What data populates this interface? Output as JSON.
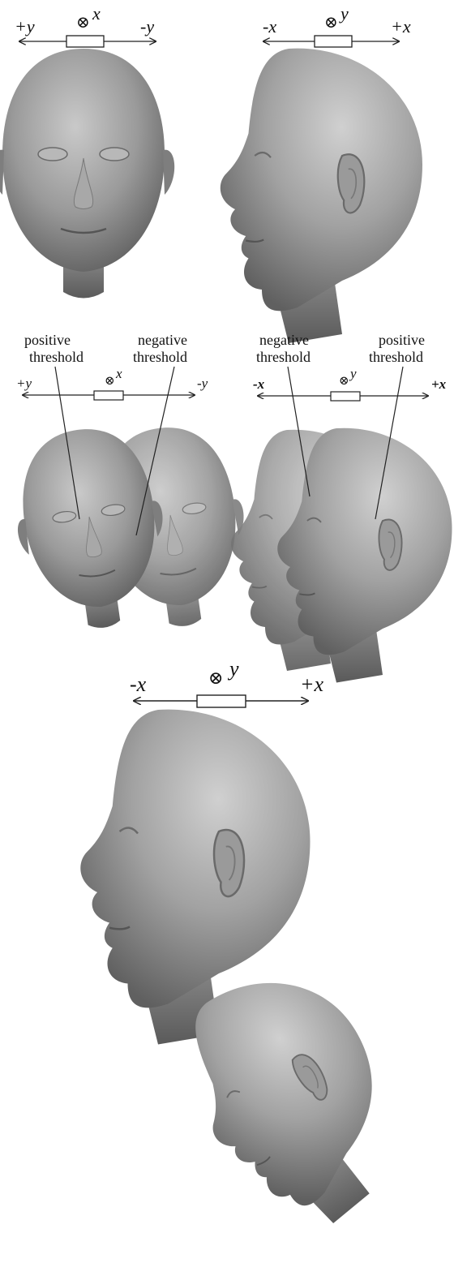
{
  "panel1": {
    "left": {
      "axis_left": "+y",
      "axis_right": "-y",
      "into": "⊗",
      "into_axis": "x"
    },
    "right": {
      "axis_left": "-x",
      "axis_right": "+x",
      "into": "⊗",
      "into_axis": "y"
    }
  },
  "panel2": {
    "left": {
      "label_a_1": "positive",
      "label_a_2": "threshold",
      "label_b_1": "negative",
      "label_b_2": "threshold",
      "axis_left": "+y",
      "axis_right": "-y",
      "into": "⊗",
      "into_axis": "x"
    },
    "right": {
      "label_a_1": "negative",
      "label_a_2": "threshold",
      "label_b_1": "positive",
      "label_b_2": "threshold",
      "axis_left": "-x",
      "axis_right": "+x",
      "into": "⊗",
      "into_axis": "y"
    }
  },
  "panel3": {
    "axis_left": "-x",
    "axis_right": "+x",
    "into": "⊗",
    "into_axis": "y"
  }
}
